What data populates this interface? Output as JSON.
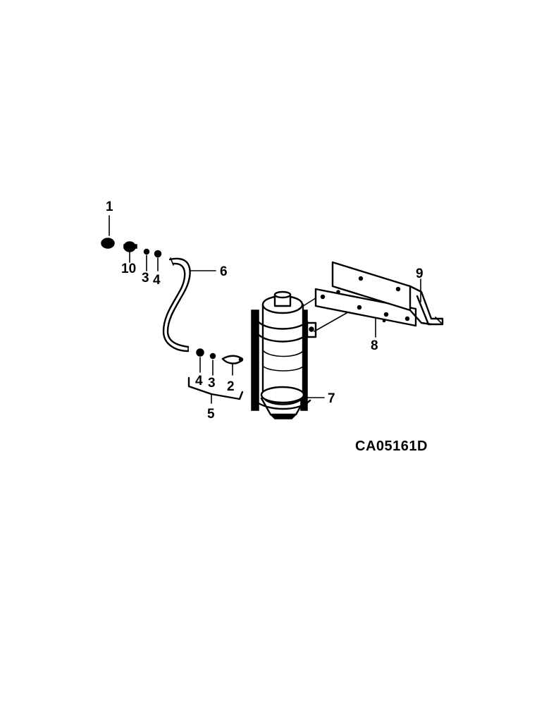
{
  "diagram": {
    "callouts": {
      "c1": "1",
      "c2": "2",
      "c3a": "3",
      "c3b": "3",
      "c4a": "4",
      "c4b": "4",
      "c5": "5",
      "c6": "6",
      "c7": "7",
      "c8": "8",
      "c9": "9",
      "c10": "10"
    },
    "drawing_code": "CA05161D"
  }
}
